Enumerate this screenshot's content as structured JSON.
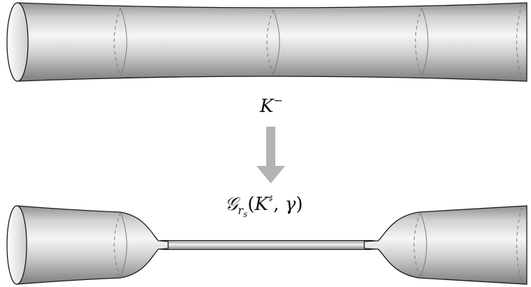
{
  "diagram": {
    "top_label": {
      "base": "K",
      "sup": "−"
    },
    "bottom_label": {
      "script": "𝒢",
      "sub": "r",
      "subsub": "s",
      "open": "(",
      "arg_base": "K",
      "arg_sup": "♯",
      "sep": ", ",
      "arg2": "γ",
      "close": ")"
    },
    "colors": {
      "tube_light": "#f4f4f4",
      "tube_mid": "#c8c8c8",
      "tube_dark": "#8a8a8a",
      "outline": "#1a1a1a",
      "seam": "#777777",
      "arrow": "#b3b3b3"
    }
  }
}
